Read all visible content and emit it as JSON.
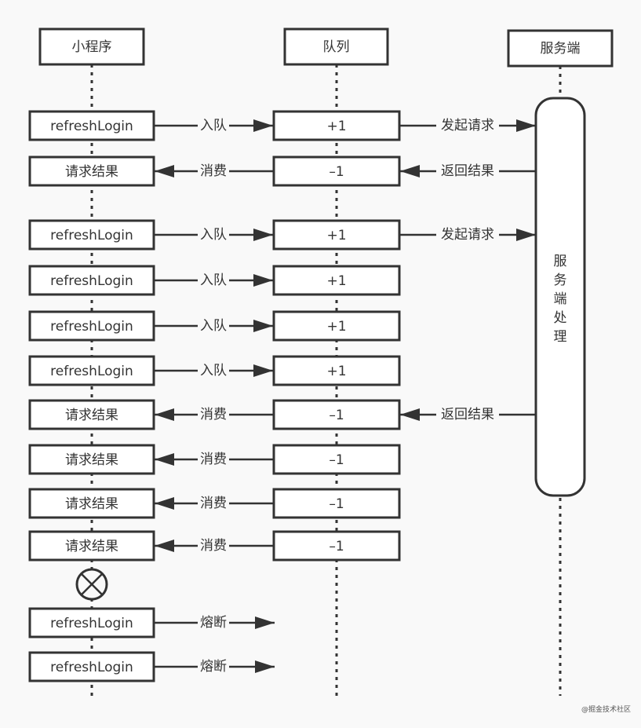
{
  "lanes": {
    "miniprogram": {
      "title": "小程序"
    },
    "queue": {
      "title": "队列"
    },
    "server": {
      "title": "服务端"
    }
  },
  "server_activation": {
    "label": [
      "服",
      "务",
      "端",
      "处",
      "理"
    ]
  },
  "rows": [
    {
      "left": "refreshLogin",
      "left_arrow": "入队",
      "left_dir": "right",
      "queue": "+1",
      "right_arrow": "发起请求",
      "right_dir": "right"
    },
    {
      "left": "请求结果",
      "left_arrow": "消费",
      "left_dir": "left",
      "queue": "–1",
      "right_arrow": "返回结果",
      "right_dir": "left"
    },
    {
      "left": "refreshLogin",
      "left_arrow": "入队",
      "left_dir": "right",
      "queue": "+1",
      "right_arrow": "发起请求",
      "right_dir": "right"
    },
    {
      "left": "refreshLogin",
      "left_arrow": "入队",
      "left_dir": "right",
      "queue": "+1"
    },
    {
      "left": "refreshLogin",
      "left_arrow": "入队",
      "left_dir": "right",
      "queue": "+1"
    },
    {
      "left": "refreshLogin",
      "left_arrow": "入队",
      "left_dir": "right",
      "queue": "+1"
    },
    {
      "left": "请求结果",
      "left_arrow": "消费",
      "left_dir": "left",
      "queue": "–1",
      "right_arrow": "返回结果",
      "right_dir": "left"
    },
    {
      "left": "请求结果",
      "left_arrow": "消费",
      "left_dir": "left",
      "queue": "–1"
    },
    {
      "left": "请求结果",
      "left_arrow": "消费",
      "left_dir": "left",
      "queue": "–1"
    },
    {
      "left": "请求结果",
      "left_arrow": "消费",
      "left_dir": "left",
      "queue": "–1"
    }
  ],
  "breaker_symbol": "circle-x",
  "breaker_rows": [
    {
      "left": "refreshLogin",
      "left_arrow": "熔断"
    },
    {
      "left": "refreshLogin",
      "left_arrow": "熔断"
    }
  ],
  "watermark": "@掘金技术社区"
}
